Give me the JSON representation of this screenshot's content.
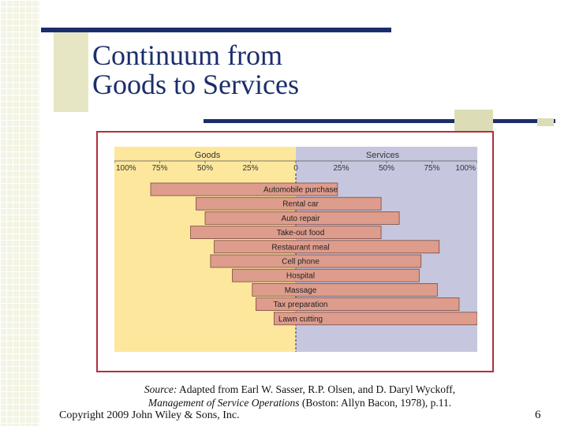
{
  "slide": {
    "title_line1": "Continuum from",
    "title_line2": "Goods to Services",
    "source_label": "Source:",
    "source_rest_line1": " Adapted from Earl W. Sasser, R.P. Olsen, and D. Daryl Wyckoff,",
    "source_italic_line2": "Management of Service Operations",
    "source_rest_line2": " (Boston: Allyn Bacon, 1978), p.11.",
    "copyright": "Copyright 2009 John Wiley & Sons, Inc.",
    "page_number": "6"
  },
  "colors": {
    "accent_bar": "#1b2e6b",
    "frame": "#b0303b",
    "goods_bg": "#fde79c",
    "services_bg": "#c6c7df",
    "bar_fill": "#dd9c8c",
    "bar_stroke": "#7a4a40"
  },
  "chart_data": {
    "type": "bar",
    "orientation": "horizontal",
    "description_axis": "Goods (left) to Services (right)",
    "group_labels": [
      "Goods",
      "Services"
    ],
    "tick_labels": [
      "100%",
      "75%",
      "50%",
      "25%",
      "0",
      "25%",
      "50%",
      "75%",
      "100%"
    ],
    "ticks": [
      -100,
      -75,
      -50,
      -25,
      0,
      25,
      50,
      75,
      100
    ],
    "xlim": [
      -100,
      100
    ],
    "categories": [
      "Automobile purchase",
      "Rental car",
      "Auto repair",
      "Take-out food",
      "Restaurant meal",
      "Cell phone",
      "Hospital",
      "Massage",
      "Tax preparation",
      "Lawn cutting"
    ],
    "series": [
      {
        "values_start": [
          -80,
          -55,
          -50,
          -58,
          -45,
          -47,
          -35,
          -24,
          -22,
          -12
        ]
      },
      {
        "values_end": [
          23,
          47,
          57,
          47,
          79,
          69,
          68,
          78,
          90,
          100
        ]
      }
    ],
    "reference_line": 0,
    "grid": false,
    "legend": "none"
  }
}
